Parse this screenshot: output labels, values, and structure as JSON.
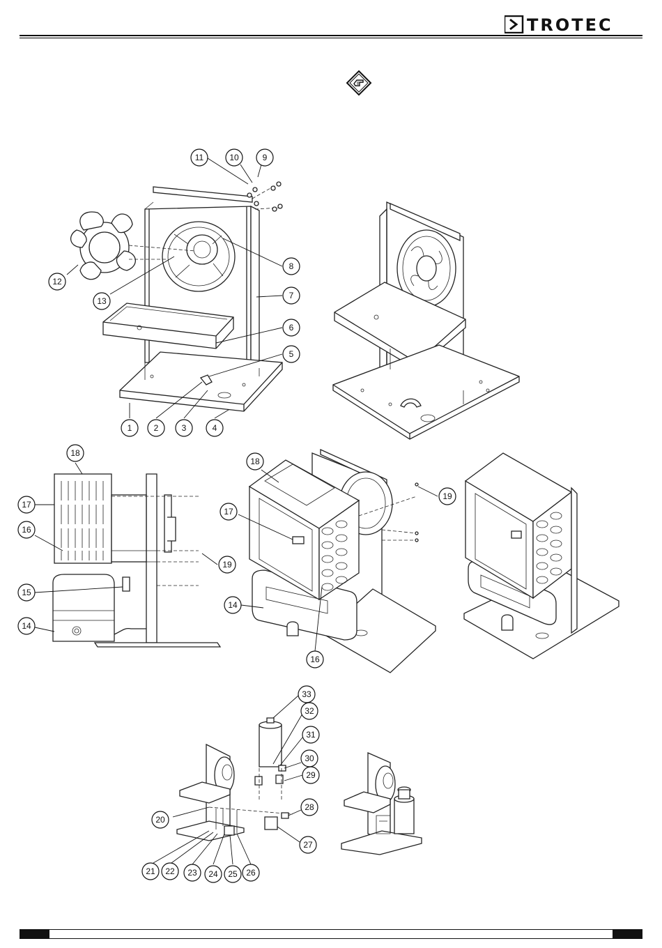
{
  "header": {
    "brand": "TROTEC"
  },
  "note_icon": "pointing-hand-note-icon",
  "callouts": [
    "1",
    "2",
    "3",
    "4",
    "5",
    "6",
    "7",
    "8",
    "9",
    "10",
    "11",
    "12",
    "13",
    "14",
    "15",
    "16",
    "17",
    "18",
    "19",
    "20",
    "21",
    "22",
    "23",
    "24",
    "25",
    "26",
    "27",
    "28",
    "29",
    "30",
    "31",
    "32",
    "33"
  ],
  "assembly_callouts": [
    "18",
    "17",
    "14",
    "16",
    "19"
  ],
  "colors": {
    "ink": "#111111",
    "paper": "#ffffff"
  }
}
